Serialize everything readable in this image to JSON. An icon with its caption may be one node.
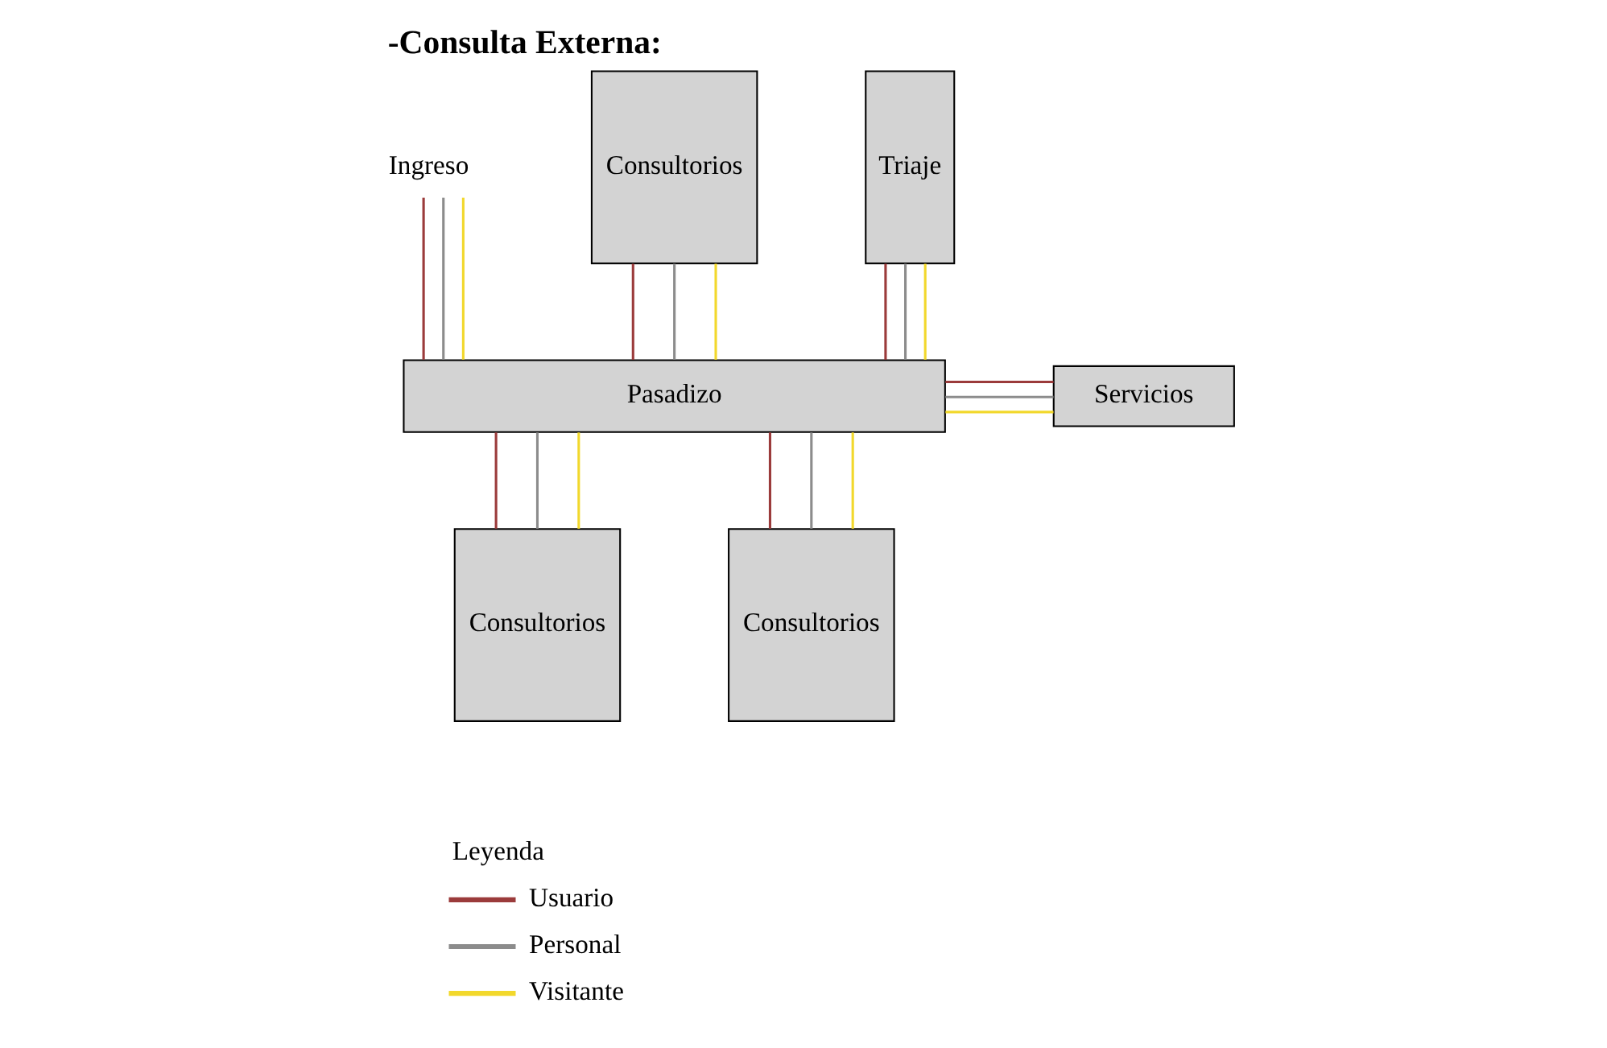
{
  "diagram": {
    "title": "-Consulta Externa:",
    "nodes": [
      {
        "text": [
          "Ingreso"
        ]
      },
      {
        "text": [
          "Consultorios"
        ]
      },
      {
        "text": [
          "Triaje"
        ]
      },
      {
        "text": [
          "Pasadizo"
        ]
      },
      {
        "text": [
          "Servicios"
        ]
      },
      {
        "text": [
          "Consultorios"
        ]
      },
      {
        "text": [
          "Consultorios"
        ]
      }
    ],
    "edges": [
      {
        "from": 0,
        "to": 3,
        "arrow": "none",
        "color": "#9b3b3b"
      },
      {
        "from": 0,
        "to": 3,
        "arrow": "none",
        "color": "#8c8c8c"
      },
      {
        "from": 0,
        "to": 3,
        "arrow": "none",
        "color": "#f2d82c"
      },
      {
        "from": 1,
        "to": 3,
        "arrow": "none",
        "color": "#9b3b3b"
      },
      {
        "from": 1,
        "to": 3,
        "arrow": "none",
        "color": "#8c8c8c"
      },
      {
        "from": 1,
        "to": 3,
        "arrow": "none",
        "color": "#f2d82c"
      },
      {
        "from": 2,
        "to": 3,
        "arrow": "none",
        "color": "#9b3b3b"
      },
      {
        "from": 2,
        "to": 3,
        "arrow": "none",
        "color": "#8c8c8c"
      },
      {
        "from": 2,
        "to": 3,
        "arrow": "none",
        "color": "#f2d82c"
      },
      {
        "from": 3,
        "to": 4,
        "arrow": "none",
        "color": "#9b3b3b"
      },
      {
        "from": 3,
        "to": 4,
        "arrow": "none",
        "color": "#8c8c8c"
      },
      {
        "from": 3,
        "to": 4,
        "arrow": "none",
        "color": "#f2d82c"
      },
      {
        "from": 3,
        "to": 5,
        "arrow": "none",
        "color": "#9b3b3b"
      },
      {
        "from": 3,
        "to": 5,
        "arrow": "none",
        "color": "#8c8c8c"
      },
      {
        "from": 3,
        "to": 5,
        "arrow": "none",
        "color": "#f2d82c"
      },
      {
        "from": 3,
        "to": 6,
        "arrow": "none",
        "color": "#9b3b3b"
      },
      {
        "from": 3,
        "to": 6,
        "arrow": "none",
        "color": "#8c8c8c"
      },
      {
        "from": 3,
        "to": 6,
        "arrow": "none",
        "color": "#f2d82c"
      }
    ],
    "labels": [
      "Leyenda"
    ],
    "legend": [
      {
        "text": "Usuario",
        "color": "#9b3b3b"
      },
      {
        "text": "Personal",
        "color": "#8c8c8c"
      },
      {
        "text": "Visitante",
        "color": "#f2d82c"
      }
    ]
  }
}
